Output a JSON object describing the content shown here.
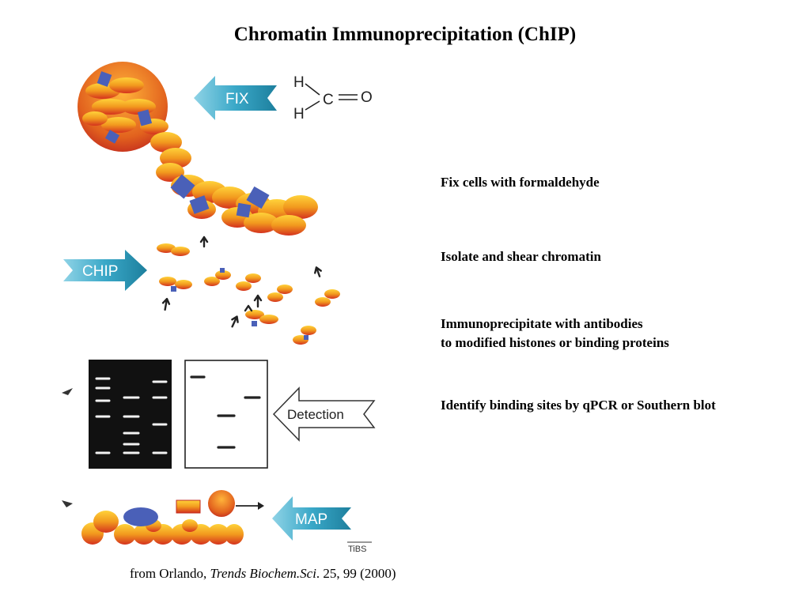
{
  "title": "Chromatin Immunoprecipitation (ChIP)",
  "arrows": {
    "fix": "FIX",
    "chip": "CHIP",
    "detection": "Detection",
    "map": "MAP"
  },
  "formula": {
    "h_top": "H",
    "h_bottom": "H",
    "carbon": "C",
    "oxygen": "O"
  },
  "steps": {
    "fix": "Fix cells with formaldehyde",
    "isolate": "Isolate and shear chromatin",
    "immuno_line1": "Immunoprecipitate with antibodies",
    "immuno_line2": "to modified histones or binding proteins",
    "identify": "Identify binding sites by qPCR or Southern blot"
  },
  "source_logo": "TiBS",
  "credit": {
    "prefix": "from Orlando, ",
    "journal": "Trends Biochem.Sci",
    "suffix": ". 25, 99 (2000)"
  },
  "colors": {
    "teal_arrow": "#3aa8c8",
    "nucleosome_orange": "#f29a1e",
    "nucleosome_red": "#d4321e",
    "protein_blue": "#4a60b8"
  }
}
